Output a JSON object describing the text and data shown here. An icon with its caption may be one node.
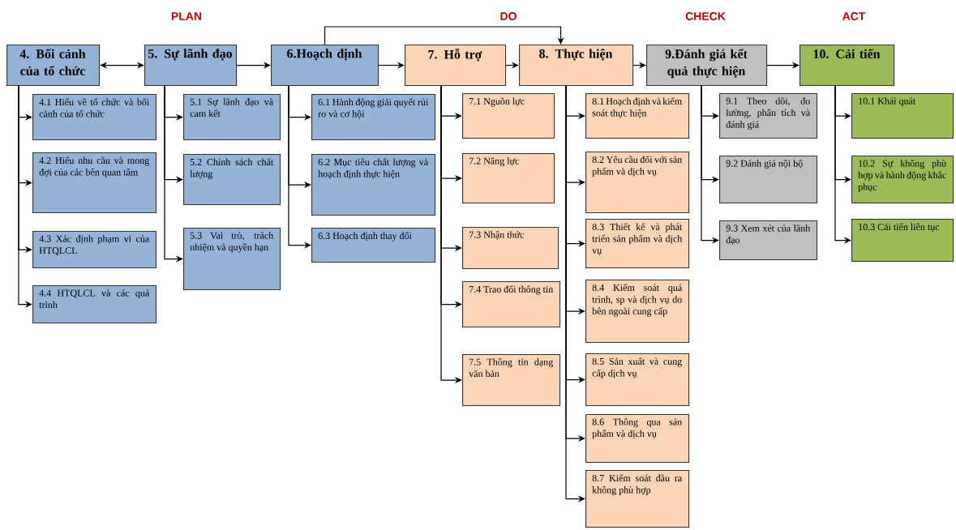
{
  "diagram": {
    "nodes": [
      {
        "text": [
          "4. Bối cảnh của tổ chức"
        ]
      },
      {
        "text": [
          "5. Sự lãnh đạo"
        ]
      },
      {
        "text": [
          "6.Hoạch định"
        ]
      },
      {
        "text": [
          "7. Hỗ trợ"
        ]
      },
      {
        "text": [
          "8. Thực hiện"
        ]
      },
      {
        "text": [
          "9.Đánh giá kết quả thực hiện"
        ]
      },
      {
        "text": [
          "10. Cải tiến"
        ]
      },
      {
        "text": [
          "4.1 Hiểu về tổ chức và bối cảnh của tổ chức"
        ]
      },
      {
        "text": [
          "4.2 Hiểu nhu cầu và mong đợi của các bên quan tâm"
        ]
      },
      {
        "text": [
          "4.3 Xác định phạm vi của HTQLCL"
        ]
      },
      {
        "text": [
          "4.4 HTQLCL và các quá trình"
        ]
      },
      {
        "text": [
          "5.1 Sự lãnh đạo và cam kết"
        ]
      },
      {
        "text": [
          "5.2 Chính sách chất lượng"
        ]
      },
      {
        "text": [
          "5.3 Vai trò, trách nhiệm và quyền hạn"
        ]
      },
      {
        "text": [
          "6.1 Hành động giải quyết rủi ro và cơ hội"
        ]
      },
      {
        "text": [
          "6.2 Mục tiêu chất lượng và hoạch định thực hiện"
        ]
      },
      {
        "text": [
          "6.3 Hoạch định thay đổi"
        ]
      },
      {
        "text": [
          "7.1 Nguồn lực"
        ]
      },
      {
        "text": [
          "7.2 Năng lực"
        ]
      },
      {
        "text": [
          "7.3 Nhận thức"
        ]
      },
      {
        "text": [
          "7.4 Trao đổi thông tin"
        ]
      },
      {
        "text": [
          "7.5 Thông tin dạng văn bản"
        ]
      },
      {
        "text": [
          "8.1 Hoạch định và kiểm soát thực hiện"
        ]
      },
      {
        "text": [
          "8.2 Yêu cầu đối với sản phẩm và dịch vụ"
        ]
      },
      {
        "text": [
          "8.3 Thiết kế và phát triển sản phẩm và dịch vụ"
        ]
      },
      {
        "text": [
          "8.4 Kiểm soát quá trình, sp và dịch vụ do bên ngoài cung cấp"
        ]
      },
      {
        "text": [
          "8.5 Sản xuất và cung cấp dịch vụ"
        ]
      },
      {
        "text": [
          "8.6 Thông qua sản phẩm và dịch vụ"
        ]
      },
      {
        "text": [
          "8.7 Kiểm soát đầu ra không phù hợp"
        ]
      },
      {
        "text": [
          "9.1 Theo dõi, đo lường, phân tích và đánh giá"
        ]
      },
      {
        "text": [
          "9.2 Đánh giá nội bộ"
        ]
      },
      {
        "text": [
          "9.3 Xem xét của lãnh đạo"
        ]
      },
      {
        "text": [
          "10.1 Khái quát"
        ]
      },
      {
        "text": [
          "10.2 Sự không phù hợp và hành động khắc phục"
        ]
      },
      {
        "text": [
          "10.3 Cải tiến liên tục"
        ]
      }
    ],
    "edges": [
      {
        "from": 0,
        "to": 1,
        "arrow": "both"
      },
      {
        "from": 1,
        "to": 2,
        "arrow": "to"
      },
      {
        "from": 2,
        "to": 3,
        "arrow": "to"
      },
      {
        "from": 3,
        "to": 4,
        "arrow": "to"
      },
      {
        "from": 4,
        "to": 5,
        "arrow": "to"
      },
      {
        "from": 5,
        "to": 6,
        "arrow": "to"
      },
      {
        "from": 2,
        "to": 4,
        "arrow": "to"
      },
      {
        "from": 0,
        "to": 7,
        "arrow": "to"
      },
      {
        "from": 0,
        "to": 8,
        "arrow": "to"
      },
      {
        "from": 0,
        "to": 9,
        "arrow": "to"
      },
      {
        "from": 0,
        "to": 10,
        "arrow": "to"
      },
      {
        "from": 1,
        "to": 11,
        "arrow": "to"
      },
      {
        "from": 1,
        "to": 12,
        "arrow": "to"
      },
      {
        "from": 1,
        "to": 13,
        "arrow": "to"
      },
      {
        "from": 2,
        "to": 14,
        "arrow": "to"
      },
      {
        "from": 2,
        "to": 15,
        "arrow": "to"
      },
      {
        "from": 2,
        "to": 16,
        "arrow": "to"
      },
      {
        "from": 3,
        "to": 17,
        "arrow": "to"
      },
      {
        "from": 3,
        "to": 18,
        "arrow": "to"
      },
      {
        "from": 3,
        "to": 19,
        "arrow": "to"
      },
      {
        "from": 3,
        "to": 20,
        "arrow": "to"
      },
      {
        "from": 3,
        "to": 21,
        "arrow": "to"
      },
      {
        "from": 4,
        "to": 22,
        "arrow": "to"
      },
      {
        "from": 4,
        "to": 23,
        "arrow": "to"
      },
      {
        "from": 4,
        "to": 24,
        "arrow": "to"
      },
      {
        "from": 4,
        "to": 25,
        "arrow": "to"
      },
      {
        "from": 4,
        "to": 26,
        "arrow": "to"
      },
      {
        "from": 4,
        "to": 27,
        "arrow": "to"
      },
      {
        "from": 4,
        "to": 28,
        "arrow": "to"
      },
      {
        "from": 5,
        "to": 29,
        "arrow": "to"
      },
      {
        "from": 5,
        "to": 30,
        "arrow": "to"
      },
      {
        "from": 5,
        "to": 31,
        "arrow": "to"
      },
      {
        "from": 6,
        "to": 32,
        "arrow": "to"
      },
      {
        "from": 6,
        "to": 33,
        "arrow": "to"
      },
      {
        "from": 6,
        "to": 34,
        "arrow": "to"
      }
    ],
    "labels": [
      "PLAN",
      "DO",
      "CHECK",
      "ACT"
    ]
  }
}
